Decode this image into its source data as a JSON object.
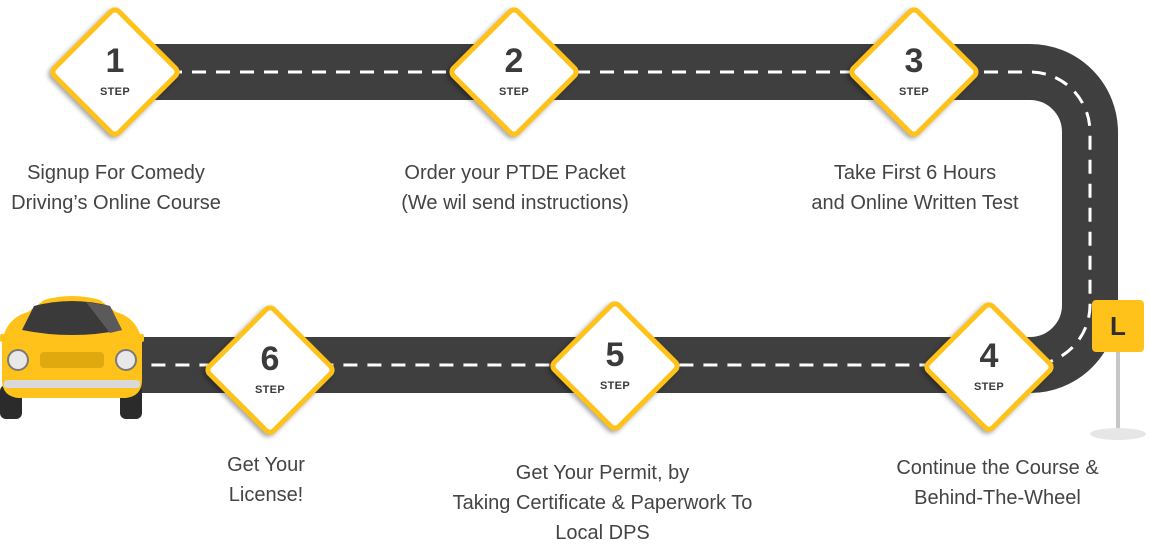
{
  "colors": {
    "road": "#3f3f3f",
    "lane": "#ffffff",
    "sign_border": "#FFC21B",
    "car_body": "#FFC21B",
    "text": "#444444"
  },
  "steps": [
    {
      "number": "1",
      "label": "STEP",
      "caption": [
        "Signup For Comedy",
        "Driving’s Online Course"
      ]
    },
    {
      "number": "2",
      "label": "STEP",
      "caption": [
        "Order your PTDE Packet",
        "(We wil send instructions)"
      ]
    },
    {
      "number": "3",
      "label": "STEP",
      "caption": [
        "Take First 6 Hours",
        "and Online Written Test"
      ]
    },
    {
      "number": "4",
      "label": "STEP",
      "caption": [
        "Continue the Course &",
        "Behind-The-Wheel"
      ]
    },
    {
      "number": "5",
      "label": "STEP",
      "caption": [
        "Get Your Permit, by",
        "Taking Certificate & Paperwork To",
        "Local DPS"
      ]
    },
    {
      "number": "6",
      "label": "STEP",
      "caption": [
        "Get Your",
        "License!"
      ]
    }
  ],
  "learner_sign": {
    "letter": "L"
  },
  "icons": {
    "car": "car-icon",
    "sign_post": "learner-sign-icon"
  }
}
